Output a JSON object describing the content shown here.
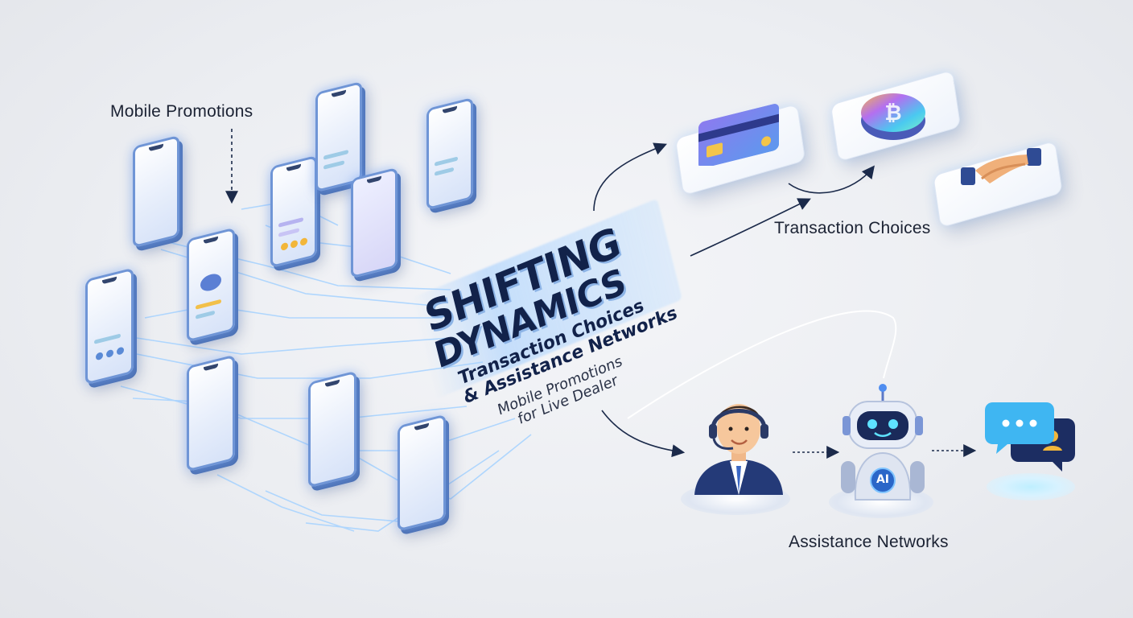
{
  "labels": {
    "mobile_promotions": "Mobile Promotions",
    "transaction_choices": "Transaction Choices",
    "assistance_networks": "Assistance Networks"
  },
  "title": {
    "line1": "SHIFTING",
    "line2": "DYNAMICS",
    "line3": "Transaction Choices",
    "line4": "& Assistance Networks",
    "line5": "Mobile Promotions",
    "line6": "for Live Dealer"
  },
  "robot_badge": "AI",
  "icons": {
    "card": "credit-card-icon",
    "coin": "bitcoin-coin-icon",
    "handshake": "handshake-icon",
    "agent": "support-agent-icon",
    "robot": "ai-robot-icon",
    "chat": "chat-bubbles-icon",
    "headset": "headset-support-icon"
  },
  "colors": {
    "background": "#eceef2",
    "phone_frame": "#6f95d6",
    "title_text": "#12224a",
    "accent_glow": "#7fb8ff",
    "circuit_lines": "#9fd0ff",
    "arrow": "#1b2a4a"
  }
}
